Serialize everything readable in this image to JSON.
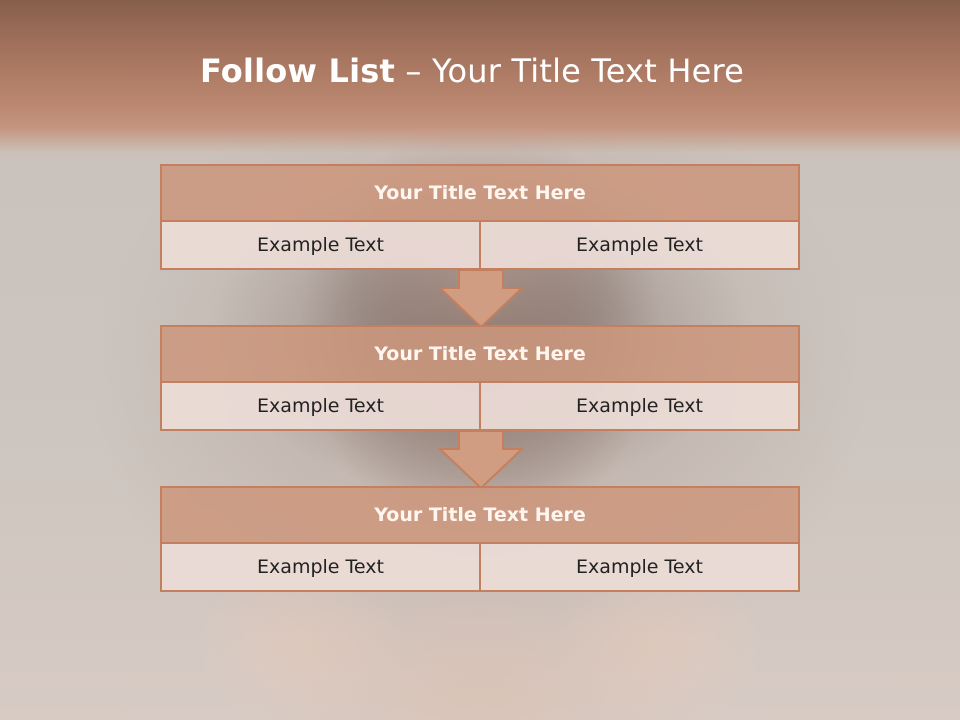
{
  "slide": {
    "title_bold": "Follow List",
    "title_rest": " – Your Title Text Here"
  },
  "steps": [
    {
      "title": "Your Title Text Here",
      "left": "Example Text",
      "right": "Example Text"
    },
    {
      "title": "Your Title Text Here",
      "left": "Example Text",
      "right": "Example Text"
    },
    {
      "title": "Your Title Text Here",
      "left": "Example Text",
      "right": "Example Text"
    }
  ],
  "colors": {
    "header_band": "#a4735d",
    "box_head": "#cd967d",
    "box_body": "#ecdcd6",
    "border": "#c47f5f",
    "arrow_fill": "#d19d82"
  }
}
